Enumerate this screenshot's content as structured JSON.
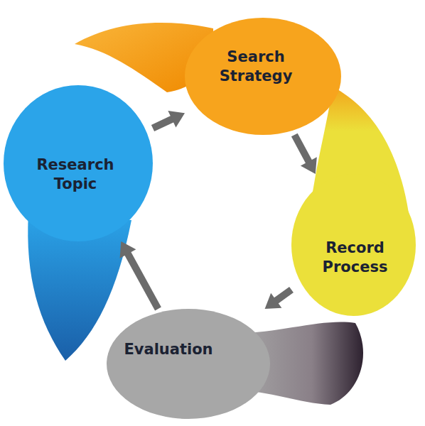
{
  "diagram": {
    "nodes": [
      {
        "text": [
          "Research Topic"
        ]
      },
      {
        "text": [
          "Search Strategy"
        ]
      },
      {
        "text": [
          "Record Process"
        ]
      },
      {
        "text": [
          "Evaluation"
        ]
      }
    ],
    "edges": [
      {
        "from": 0,
        "to": 1,
        "arrow": "to"
      },
      {
        "from": 1,
        "to": 2,
        "arrow": "to"
      },
      {
        "from": 2,
        "to": 3,
        "arrow": "to"
      },
      {
        "from": 3,
        "to": 0,
        "arrow": "to"
      }
    ]
  }
}
